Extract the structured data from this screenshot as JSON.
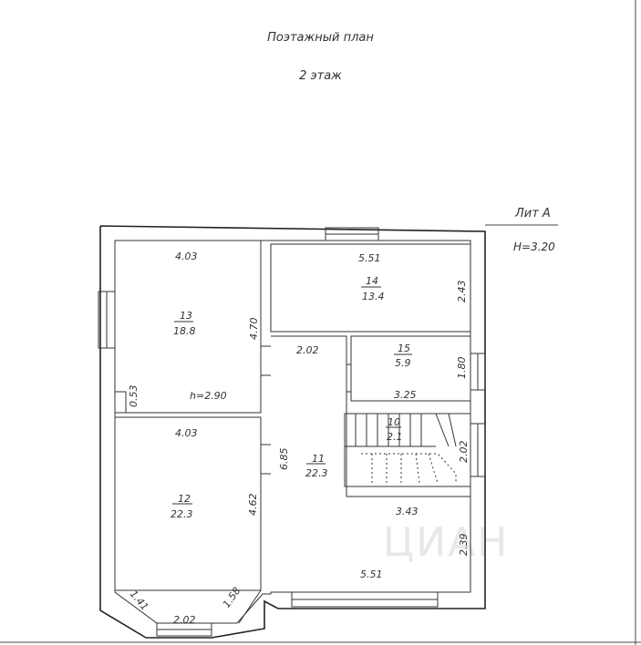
{
  "header": {
    "title": "Поэтажный план",
    "floor": "2 этаж"
  },
  "building": {
    "litera": "Лит А",
    "height": "H=3.20"
  },
  "rooms": {
    "r13": {
      "number": "13",
      "area": "18.8",
      "width": "4.03",
      "depth": "4.70",
      "ceiling": "h=2.90",
      "niche": "0.53"
    },
    "r14": {
      "number": "14",
      "area": "13.4",
      "width": "5.51",
      "depth": "2.43"
    },
    "r15": {
      "number": "15",
      "area": "5.9",
      "width": "3.25",
      "depth": "1.80"
    },
    "r10": {
      "number": "10",
      "area": "2.1",
      "depth": "2.02"
    },
    "r11": {
      "number": "11",
      "area": "22.3",
      "width_top": "2.02",
      "depth": "6.85",
      "width_mid": "3.43",
      "width_bottom": "5.51",
      "depth_lower": "2.39"
    },
    "r12": {
      "number": "12",
      "area": "22.3",
      "width": "4.03",
      "depth": "4.62",
      "bay_left": "1.41",
      "bay_front": "2.02",
      "bay_right": "1.58"
    }
  },
  "watermark": "ЦИАН"
}
